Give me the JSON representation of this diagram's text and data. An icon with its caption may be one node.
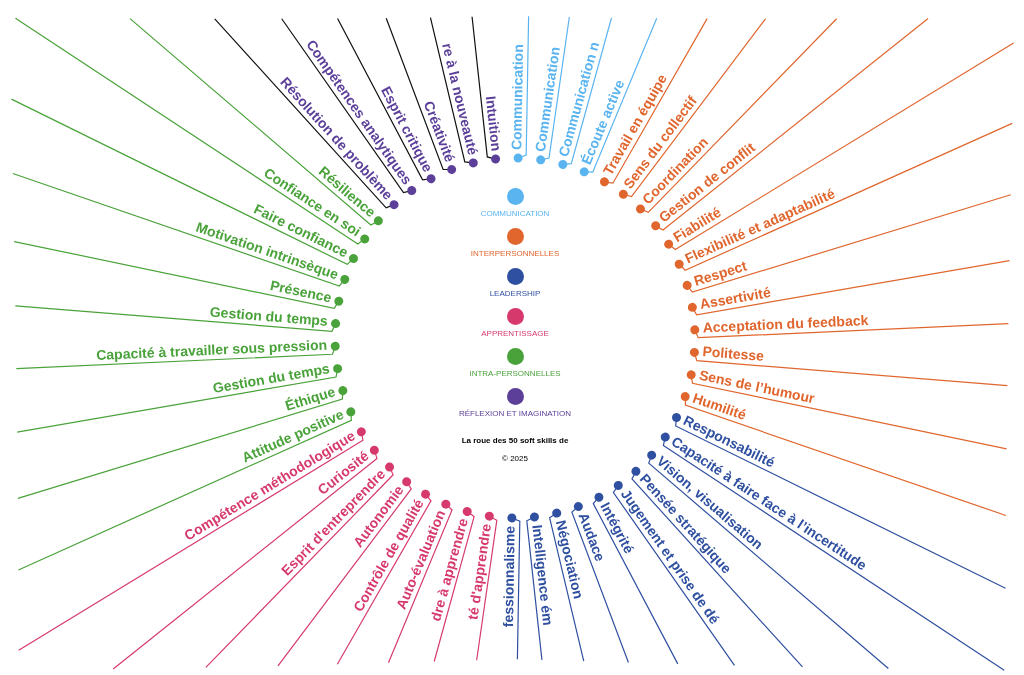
{
  "diagram": {
    "title": "La roue des 50 soft skills de",
    "labels": [
      "Gestion du temps",
      "Présence",
      "Motivation intrinsèque",
      "Faire confiance",
      "Confiance en soi",
      "Résilience",
      "Résolution de problème",
      "Compétences analytiques",
      "Esprit critique",
      "Créativité",
      "re à la nouveauté",
      "Intuition",
      "Communication",
      "Communication",
      "Communication n",
      "Écoute active",
      "Travail en équipe",
      "Sens du collectif",
      "Coordination",
      "Gestion de conflit",
      "Fiabilité",
      "Flexibilité et adaptabilité",
      "Respect",
      "Assertivité",
      "Acceptation du feedback",
      "Capacité à travailler sous pression",
      "Gestion du temps",
      "Éthique",
      "Attitude positive",
      "Compétence méthodologique",
      "Curiosité",
      "Esprit d'entreprendre",
      "Autonomie",
      "Contrôle de qualité",
      "Auto-évaluation",
      "dre à apprendre",
      "té d'apprendre",
      "fessionnalisme",
      "Intelligence ém",
      "Négociation",
      "Audace",
      "Intégrité",
      "Jugement et prise de dé",
      "Pensée stratégique",
      "Vision, visualisation",
      "Capacité à faire face à l’incertitude",
      "Responsabilité",
      "Humilité",
      "Sens de l’humour",
      "Politesse",
      "© 2025"
    ],
    "legend": [
      {
        "text": "COMMUNICATION",
        "color": "#5ab4f0"
      },
      {
        "text": "INTERPERSONNELLES",
        "color": "#e0662e"
      },
      {
        "text": "LEADERSHIP",
        "color": "#2f4fa0"
      },
      {
        "text": "APPRENTISSAGE",
        "color": "#d63a6c"
      },
      {
        "text": "INTRA-PERSONNELLES",
        "color": "#4aa23a"
      },
      {
        "text": "RÉFLEXION ET IMAGINATION",
        "color": "#5b3f99"
      }
    ]
  }
}
